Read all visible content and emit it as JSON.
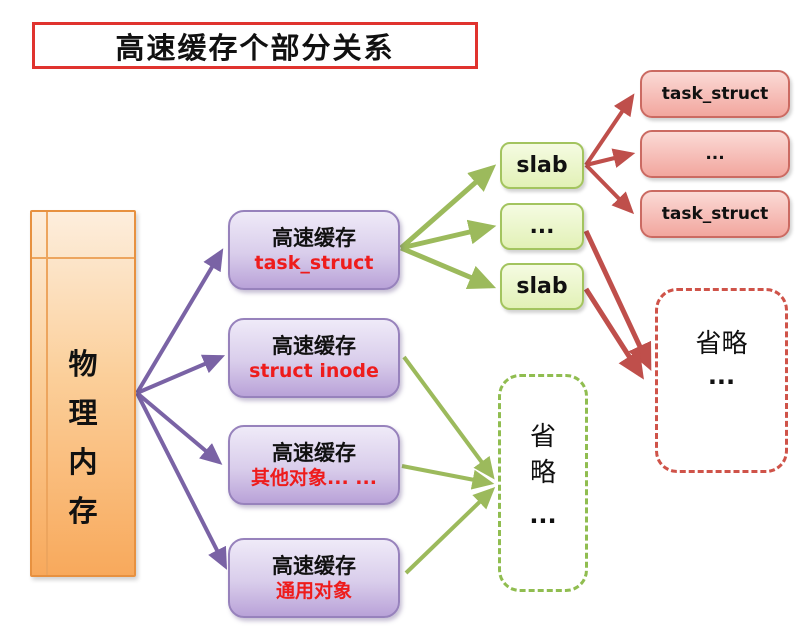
{
  "title": {
    "text": "高速缓存个部分关系"
  },
  "physical_memory": {
    "label": "物理内存",
    "chars": [
      "物",
      "理",
      "内",
      "存"
    ]
  },
  "caches": [
    {
      "title": "高速缓存",
      "subtitle": "task_struct"
    },
    {
      "title": "高速缓存",
      "subtitle": "struct inode"
    },
    {
      "title": "高速缓存",
      "subtitle": "其他对象... ..."
    },
    {
      "title": "高速缓存",
      "subtitle": "通用对象"
    }
  ],
  "slabs": [
    {
      "label": "slab"
    },
    {
      "label": "..."
    },
    {
      "label": "slab"
    }
  ],
  "objects": [
    {
      "label": "task_struct"
    },
    {
      "label": "..."
    },
    {
      "label": "task_struct"
    }
  ],
  "omitted_red": {
    "text": "省略",
    "dots": "..."
  },
  "omitted_green": {
    "chars": [
      "省",
      "略"
    ],
    "dots": "..."
  },
  "colors": {
    "title_border": "#e0332e",
    "memory_border": "#e79140",
    "cache_border": "#9782bc",
    "slab_border": "#a3c45f",
    "object_border": "#cb6a62",
    "omitted_red_border": "#cf5349",
    "omitted_green_border": "#90bd50",
    "arrow_purple": "#7a63a5",
    "arrow_green": "#9cba5c",
    "arrow_red": "#bf4f4b",
    "subtitle_text": "#ee1c1c"
  }
}
